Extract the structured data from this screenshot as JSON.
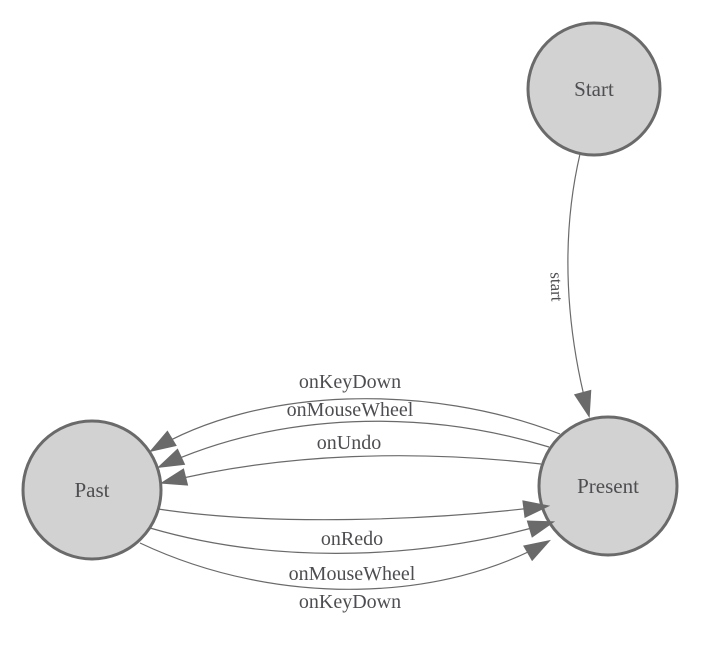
{
  "diagram": {
    "type": "state-machine",
    "background": "#ffffff",
    "colors": {
      "node_fill": "#d2d2d2",
      "node_border": "#6a6a6a",
      "edge_line": "#6a6a6a",
      "arrowhead": "#6a6a6a",
      "label_text": "#4e4e52"
    },
    "nodes": [
      {
        "id": "start",
        "label": "Start"
      },
      {
        "id": "present",
        "label": "Present"
      },
      {
        "id": "past",
        "label": "Past"
      }
    ],
    "edges": [
      {
        "id": "start-to-present",
        "from": "Start",
        "to": "Present",
        "label": "start"
      },
      {
        "id": "present-to-past-keydown",
        "from": "Present",
        "to": "Past",
        "label": "onKeyDown"
      },
      {
        "id": "present-to-past-mousewheel",
        "from": "Present",
        "to": "Past",
        "label": "onMouseWheel"
      },
      {
        "id": "present-to-past-undo",
        "from": "Present",
        "to": "Past",
        "label": "onUndo"
      },
      {
        "id": "past-to-present-redo",
        "from": "Past",
        "to": "Present",
        "label": "onRedo"
      },
      {
        "id": "past-to-present-mousewheel",
        "from": "Past",
        "to": "Present",
        "label": "onMouseWheel"
      },
      {
        "id": "past-to-present-keydown",
        "from": "Past",
        "to": "Present",
        "label": "onKeyDown"
      }
    ]
  }
}
